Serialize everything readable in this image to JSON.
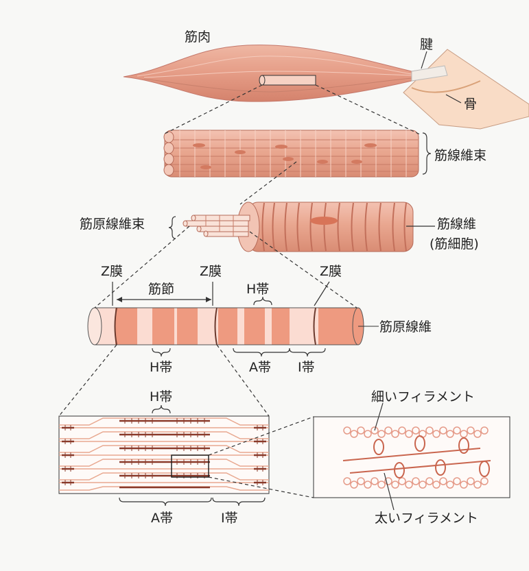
{
  "labels": {
    "muscle": "筋肉",
    "tendon": "腱",
    "bone": "骨",
    "fascicle": "筋線維束",
    "myofibril_bundle": "筋原線維束",
    "muscle_fiber": "筋線維",
    "muscle_cell": "(筋細胞)",
    "z_membrane": "Z膜",
    "sarcomere": "筋節",
    "h_band": "H帯",
    "a_band": "A帯",
    "i_band": "I帯",
    "myofibril": "筋原線維",
    "thin_filament": "細いフィラメント",
    "thick_filament": "太いフィラメント"
  },
  "colors": {
    "muscle": "#e8a48e",
    "muscle_dark": "#c97a64",
    "band_dark": "#ee9a80",
    "band_light": "#fbdcd2",
    "line": "#333333",
    "bone": "#f9dcc6"
  }
}
